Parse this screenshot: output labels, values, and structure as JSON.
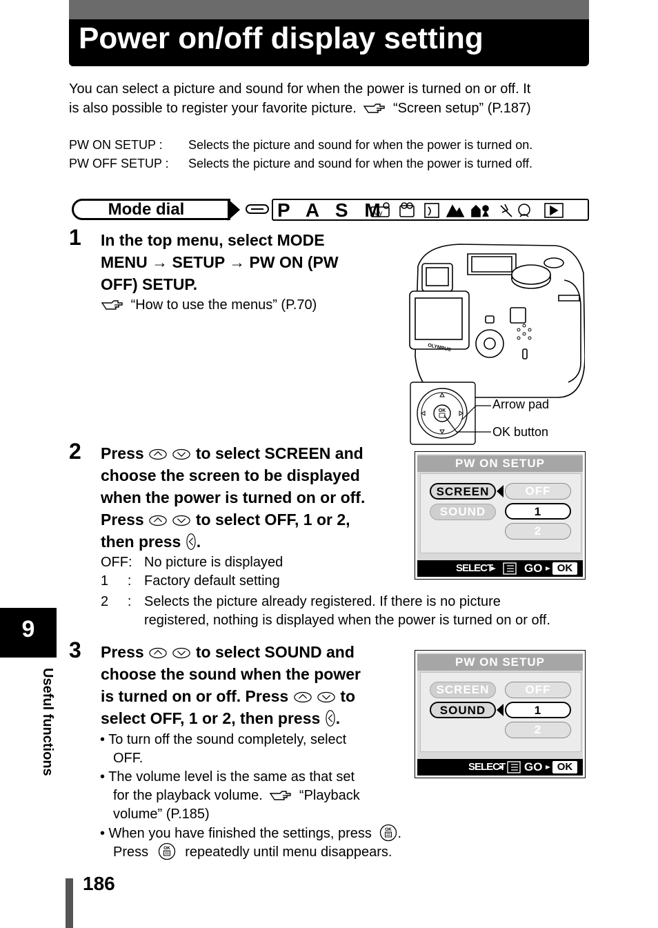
{
  "title": "Power on/off display setting",
  "intro": {
    "line1": "You can select a picture and sound for when the power is turned on or off. It",
    "line2_prefix": "is also possible to register your favorite picture.",
    "line2_ref": "“Screen setup” (P.187)"
  },
  "definitions": [
    {
      "term": "PW ON SETUP   :",
      "desc": "Selects the picture and sound for when the power is turned on."
    },
    {
      "term": "PW OFF SETUP :",
      "desc": "Selects the picture and sound for when the power is turned off."
    }
  ],
  "mode_dial": {
    "label": "Mode dial",
    "letters": "P A S M"
  },
  "step1": {
    "number": "1",
    "line1": "In the top menu, select MODE",
    "line2": "MENU → SETUP → PW ON (PW",
    "line3": "OFF) SETUP.",
    "ref": "“How to use the menus” (P.70)"
  },
  "camera": {
    "brand": "OLYMPUS",
    "arrow_pad_label": "Arrow pad",
    "ok_button_label": "OK button",
    "ok_text": "OK"
  },
  "step2": {
    "number": "2",
    "line1a": "Press",
    "line1b": "to select SCREEN and",
    "line2": "choose the screen to be displayed",
    "line3": "when the power is turned on or off.",
    "line4a": "Press",
    "line4b": "to select OFF, 1 or 2,",
    "line5a": "then press",
    "line5b": ".",
    "options": [
      {
        "key": "OFF:",
        "text": "No picture is displayed"
      },
      {
        "key": "1     :",
        "text": "Factory default setting"
      },
      {
        "key": "2     :",
        "text": "Selects the picture already registered. If there is no picture"
      }
    ],
    "option2_cont": "registered, nothing is displayed when the power is turned on or off."
  },
  "lcd1": {
    "header": "PW ON SETUP",
    "screen": "SCREEN",
    "sound": "SOUND",
    "opt_off": "OFF",
    "opt_1": "1",
    "opt_2": "2",
    "select": "SELECT",
    "go": "GO",
    "ok": "OK"
  },
  "lcd2": {
    "header": "PW ON SETUP",
    "screen": "SCREEN",
    "sound": "SOUND",
    "opt_off": "OFF",
    "opt_1": "1",
    "opt_2": "2",
    "select": "SELECT",
    "go": "GO",
    "ok": "OK"
  },
  "step3": {
    "number": "3",
    "line1a": "Press",
    "line1b": "to select SOUND and",
    "line2": "choose the sound when the power",
    "line3a": "is turned on or off. Press",
    "line3b": "to",
    "line4a": "select OFF, 1 or 2, then press",
    "line4b": ".",
    "bullet1a": "•  To turn off the sound completely, select",
    "bullet1b": "OFF.",
    "bullet2a": "•  The volume level is the same as that set",
    "bullet2b_prefix": "for the playback volume.",
    "bullet2b_ref": "“Playback",
    "bullet2c": "volume” (P.185)",
    "bullet3a_prefix": "•  When you have finished the settings, press",
    "bullet3a_suffix": ".",
    "bullet3b_prefix": "Press",
    "bullet3b_suffix": "repeatedly until menu disappears."
  },
  "side_tab": {
    "number": "9",
    "label": "Useful functions"
  },
  "page_number": "186"
}
